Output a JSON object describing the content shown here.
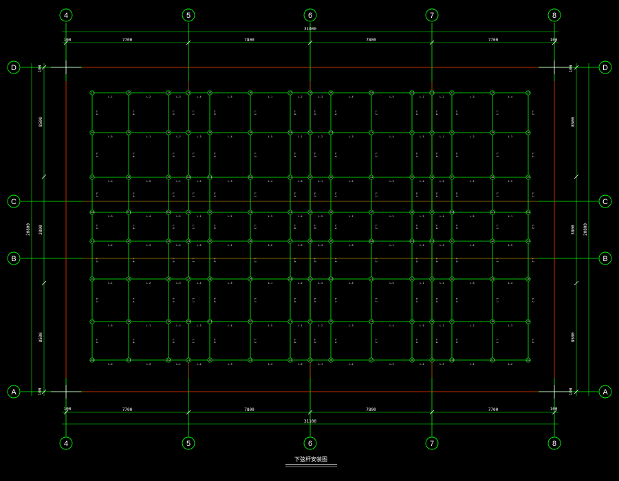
{
  "drawing": {
    "title": "下弦杆安装图",
    "colors": {
      "background": "#000000",
      "grid_line": "#00ff00",
      "wall_red": "#ff0000",
      "text": "#ffffff",
      "bubble": "#00ff00"
    },
    "axes_x": [
      "4",
      "5",
      "6",
      "7",
      "8"
    ],
    "axes_y": [
      "D",
      "C",
      "B",
      "A"
    ],
    "dims_top": {
      "total": "31000",
      "spans": [
        "7700",
        "7800",
        "7800",
        "7700"
      ],
      "end_mark": "100"
    },
    "dims_bottom": {
      "total": "31100",
      "spans": [
        "7700",
        "7800",
        "7800",
        "7700"
      ],
      "end_mark": "100"
    },
    "dims_left": {
      "total": "20800",
      "spans": [
        "8500",
        "3800",
        "8500"
      ],
      "end_mark": "100"
    },
    "dims_right": {
      "total": "20800",
      "spans": [
        "8500",
        "3800",
        "8500"
      ],
      "end_mark": "100"
    },
    "node_labels": [
      "J1",
      "J2",
      "J3",
      "J4",
      "J5",
      "J6",
      "J7",
      "J8",
      "J9",
      "J10",
      "J11",
      "J12"
    ],
    "member_labels": [
      "L-1",
      "L-2",
      "L-3",
      "L-4",
      "L-5"
    ]
  }
}
